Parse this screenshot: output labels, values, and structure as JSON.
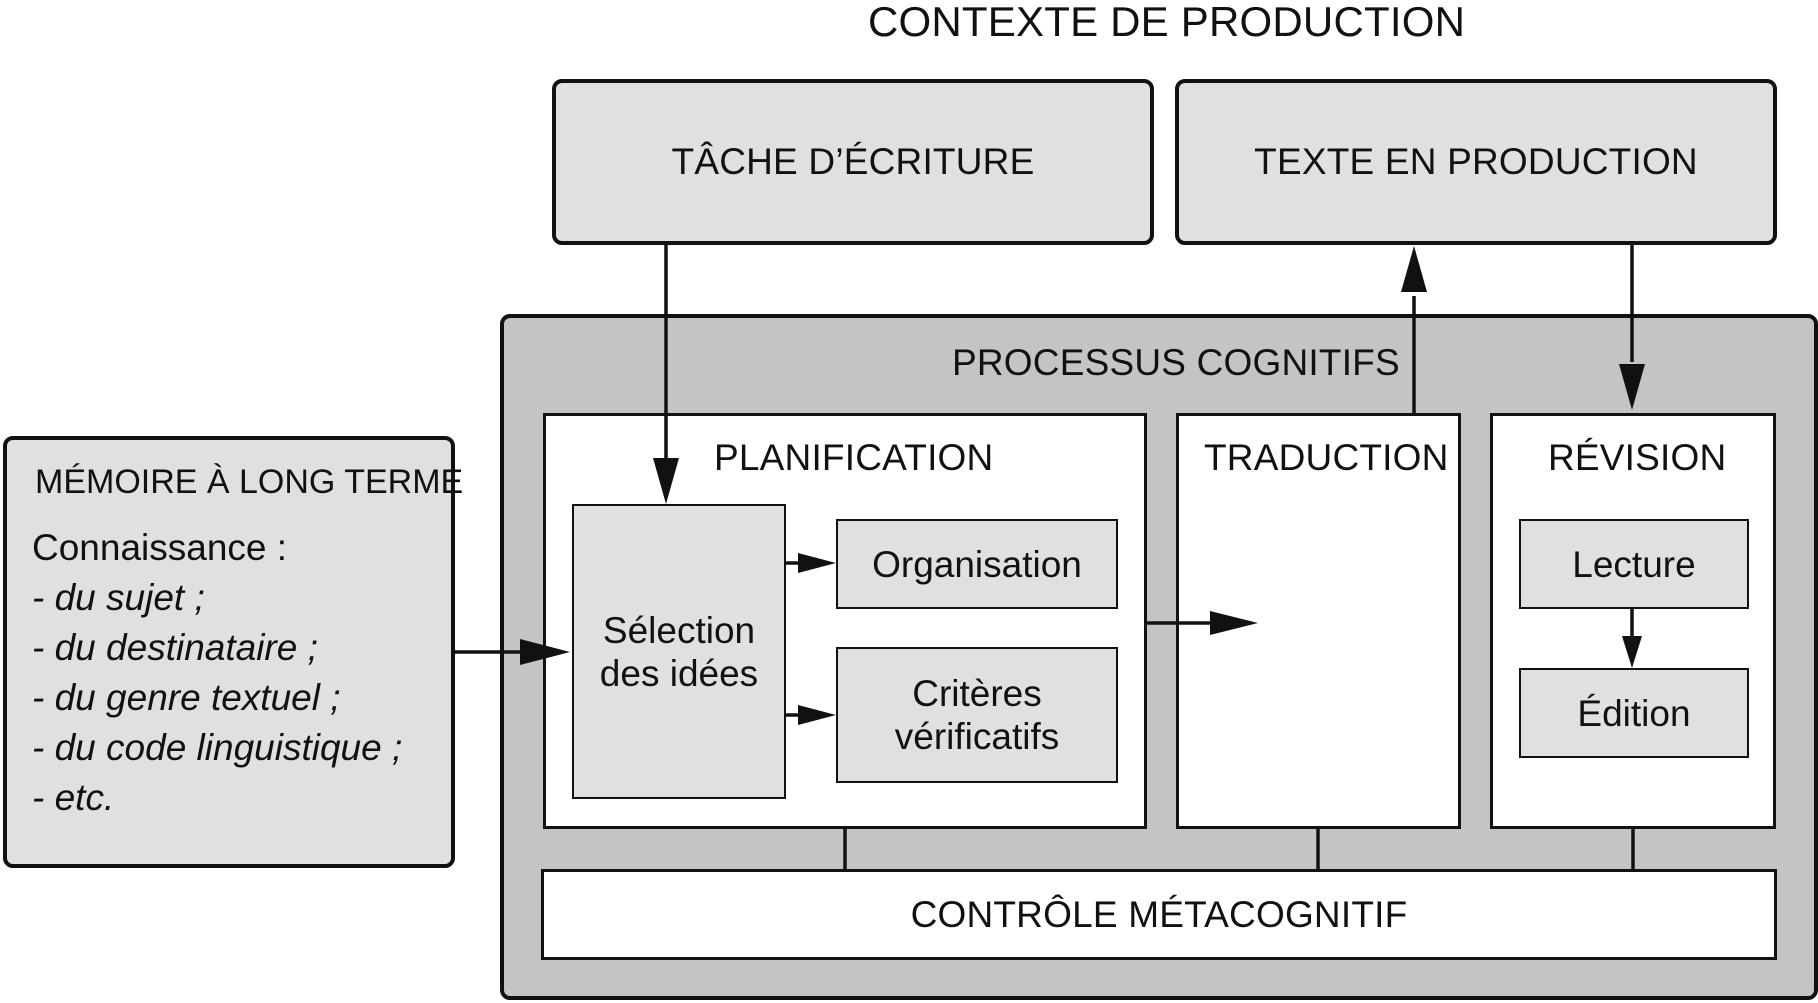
{
  "title": "CONTEXTE DE PRODUCTION",
  "tache": "TÂCHE D’ÉCRITURE",
  "texte": "TEXTE EN PRODUCTION",
  "processus": "PROCESSUS COGNITIFS",
  "memoire": {
    "title": "MÉMOIRE À LONG TERME",
    "heading": "Connaissance :",
    "items": [
      "- du sujet ;",
      "- du destinataire ;",
      "- du genre textuel ;",
      "- du code linguistique ;",
      "- etc."
    ]
  },
  "planification": {
    "title": "PLANIFICATION",
    "selection": [
      "Sélection",
      "des idées"
    ],
    "organisation": "Organisation",
    "criteres": [
      "Critères",
      "vérificatifs"
    ]
  },
  "traduction": {
    "title": "TRADUCTION"
  },
  "revision": {
    "title": "RÉVISION",
    "lecture": "Lecture",
    "edition": "Édition"
  },
  "controle": "CONTRÔLE MÉTACOGNITIF",
  "colors": {
    "light_fill": "#e0e0e0",
    "mid_fill": "#c4c4c4",
    "stroke": "#111111"
  }
}
